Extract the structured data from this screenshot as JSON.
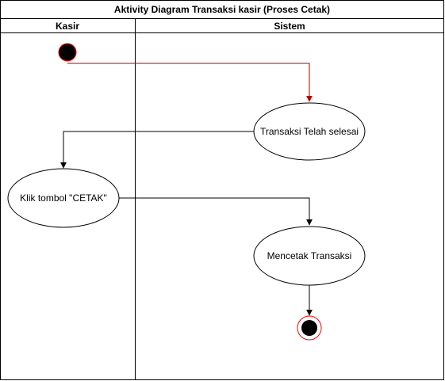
{
  "diagram": {
    "title": "Aktivity Diagram Transaksi kasir (Proses Cetak)",
    "lanes": [
      {
        "label": "Kasir"
      },
      {
        "label": "Sistem"
      }
    ],
    "activities": {
      "transaksi_selesai": "Transaksi Telah selesai",
      "klik_cetak": "Klik tombol \"CETAK\"",
      "mencetak": "Mencetak Transaksi"
    },
    "colors": {
      "line": "#000000",
      "start_edge": "#b20000",
      "end_ring": "#ff0000",
      "node_fill": "#000000",
      "background": "#ffffff"
    }
  }
}
